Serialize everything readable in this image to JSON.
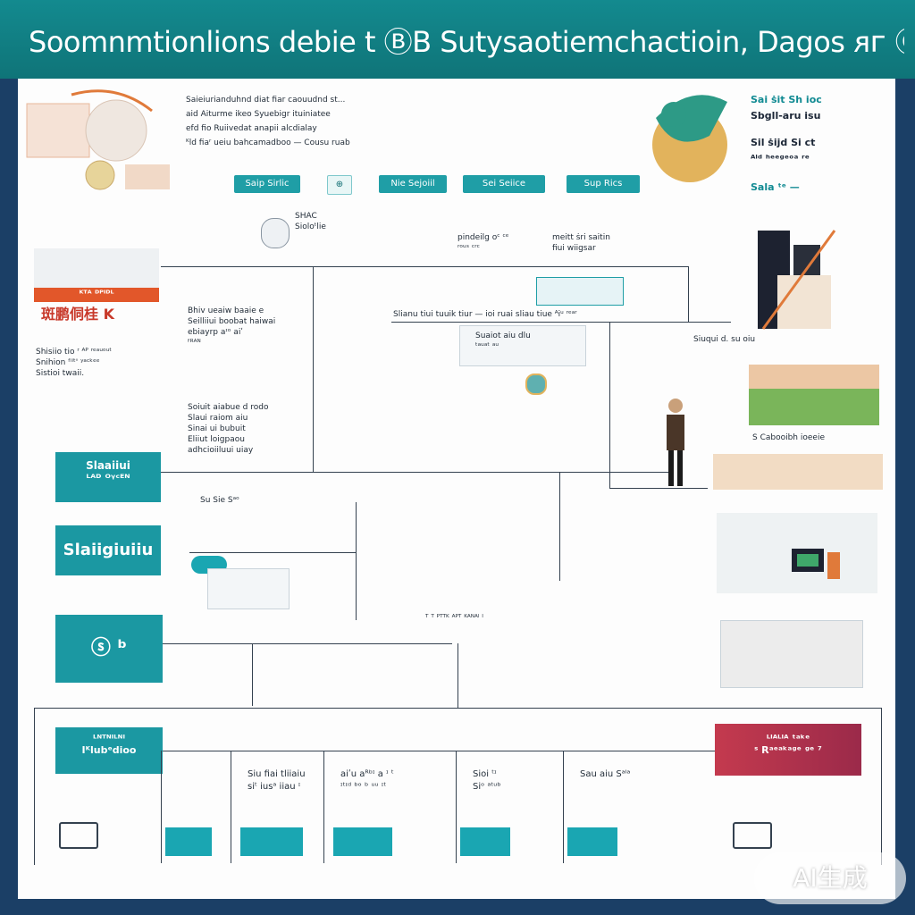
{
  "header": {
    "title": "Soomnmtionlions debie t ⒷB Sutysaotiemchactioin, Dagos ᴙᴦ ⒸD"
  },
  "top": {
    "block": [
      "Saieiurianduhnd diat fiar caouudnd st...",
      "aid Aiturme ikeo Syuebigr ituiniatee",
      "efd fio Ruiivedat anapii alcdialay",
      "ᴷld fiaʳ ueiu bahcamadboo — Cousu ruab"
    ],
    "pills": [
      "Saip Sirlic",
      "⊕",
      "Nie Sejoiil",
      "Sei Seiice",
      "Sup Rics"
    ],
    "right_block": [
      "Sai ṡit Sh ioc",
      "Sbgll-aru isu",
      "Sil ṡijd Si ct",
      "ᴬˡᵈ ʰᵉᵉᵍᵉᵒᵃ ʳᵉ",
      "Sala ᵗᵉ —"
    ]
  },
  "nodes": {
    "n1": "SHAC\nSioloᵗlie",
    "n2": "pindeilg oᶜ ᶜᵉ\nʳᵒᵘˢ ᶜʳᶜ",
    "n3": "meitt ṡri saitin\nfiui wiigsar",
    "center_bar": "Slianu tiui tuuik tiur — ioi ruai sliau tiue ᴬiᵘ ʳᵉᵃʳ",
    "center_sub": "Suaiot aiu dlu\nᵗᵃᵘᵃᵗ ᵃᵘ",
    "right_caption": "Siuqui d. su oiu",
    "field_caption": "S Cabooibh ioeeie",
    "mid_caption": "Su Sie Sᵃᵒ",
    "lower_caption": "ᵀ ᵀ ᴾᵀᵀᴷ ᴬᴾᵀ ᴷᴬᴺᴬˡ ᴵ"
  },
  "left": {
    "tag1": "ᴷᵀᴬ ᴰᴾᴵᴰᴸ",
    "tag1_big": "斑鹏侗桂 K",
    "desc1": "Shisiio tio ʳ ᴬᴾ ʳᵉᵃᵘᵒᵘᵗ\nSnihion ᶠⁱⁱᵗ' ʸᵃᶜᵏᵉᵉ\nSistioi twaii.",
    "mid_text1": "Bhiv ueaiw baaie e\nSeilliiui boobat haiwai\nebiayrp aᶦᵒ aiʹ\nᶠᴿᴬᴺ",
    "mid_text2": "Soiuit aiabue d rodo\nSlaui raiom aiu\nSinai ui bubuit\nEliiut loigpaou\nadhcioiiluui uiay",
    "tag2": "Slaaiiui\nᴸᴬᴰ ᴼᵞᶜᴱᴺ",
    "tag3": "Slaiigiuiiu",
    "tag4": "ⓢ ᵇ",
    "tag5": "ᴸᴺᵀᴺᴵᴸᴺᴵ\nIᴷlubᵉdioo"
  },
  "bottom": {
    "cards": [
      "",
      "Siu fiai tliiaiu\nsiᵗ iusᵃ iiau ᶦ",
      "aiʹu aᴿᵇᶦ a ᶦ ᵗ\nᶦᵗᶦᵈ ᵇᵒ ᵇ ᵘᵘ ᶦᵗ",
      "Sioi ᵗᶦ\nSiᵒ ᵃᵗᵘᵇ",
      "Sau aiu Sᵃᴵᵃ"
    ],
    "red_tag": "ᴸᴵᴬᴸᴵᴬ ᵗᵃᵏᵉ\nˢ Rᵃᵉᵃᵏᵃᵍᵉ ᵍᵉ ⁷"
  },
  "badge": {
    "label": "AI生成"
  },
  "colors": {
    "header": "#138a8f",
    "teal": "#1b98a2",
    "frame": "#1b3f66",
    "accent_orange": "#e07a3a",
    "accent_red": "#c43a4e"
  }
}
